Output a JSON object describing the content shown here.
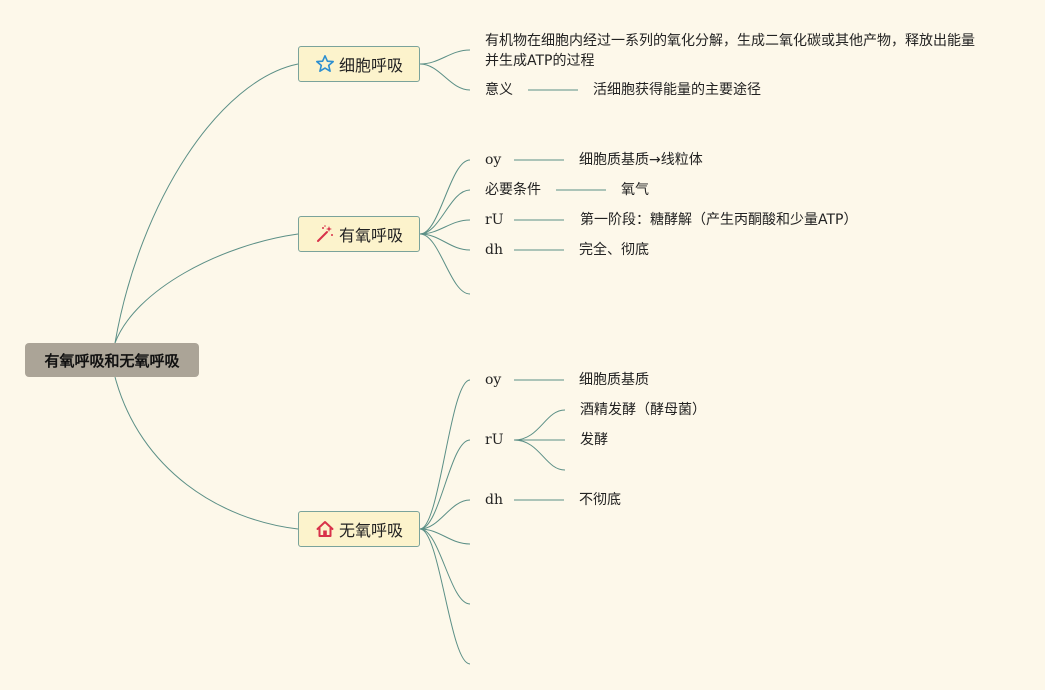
{
  "root": {
    "label": "有氧呼吸和无氧呼吸"
  },
  "branches": [
    {
      "label": "细胞呼吸",
      "icon": "star-icon",
      "children": [
        {
          "text": "有机物在细胞内经过一系列的氧化分解，生成二氧化碳或其他产物，释放出能量并生成ATP的过程"
        },
        {
          "key": "意义",
          "value": "活细胞获得能量的主要途径"
        }
      ]
    },
    {
      "label": "有氧呼吸",
      "icon": "magic-wand-icon",
      "children": [
        {
          "key": "oy",
          "value": "细胞质基质→线粒体"
        },
        {
          "key": "必要条件",
          "value": "氧气"
        },
        {
          "key": "rU",
          "value": "第一阶段：糖酵解（产生丙酮酸和少量ATP）"
        },
        {
          "key": "dh",
          "value": "完全、彻底"
        }
      ]
    },
    {
      "label": "无氧呼吸",
      "icon": "house-icon",
      "children": [
        {
          "key": "oy",
          "value": "细胞质基质"
        },
        {
          "key": "rU",
          "values": [
            "酒精发酵（酵母菌）",
            "发酵"
          ]
        },
        {
          "key": "dh",
          "value": "不彻底"
        }
      ]
    }
  ],
  "colors": {
    "background": "#fdf8ea",
    "root_fill": "#aba497",
    "branch_fill": "#fcf3cc",
    "branch_border": "#7aa39b",
    "line": "#5b8f86",
    "star_icon": "#2d8fd0",
    "wand_icon": "#d8324a",
    "house_icon": "#d8324a"
  }
}
